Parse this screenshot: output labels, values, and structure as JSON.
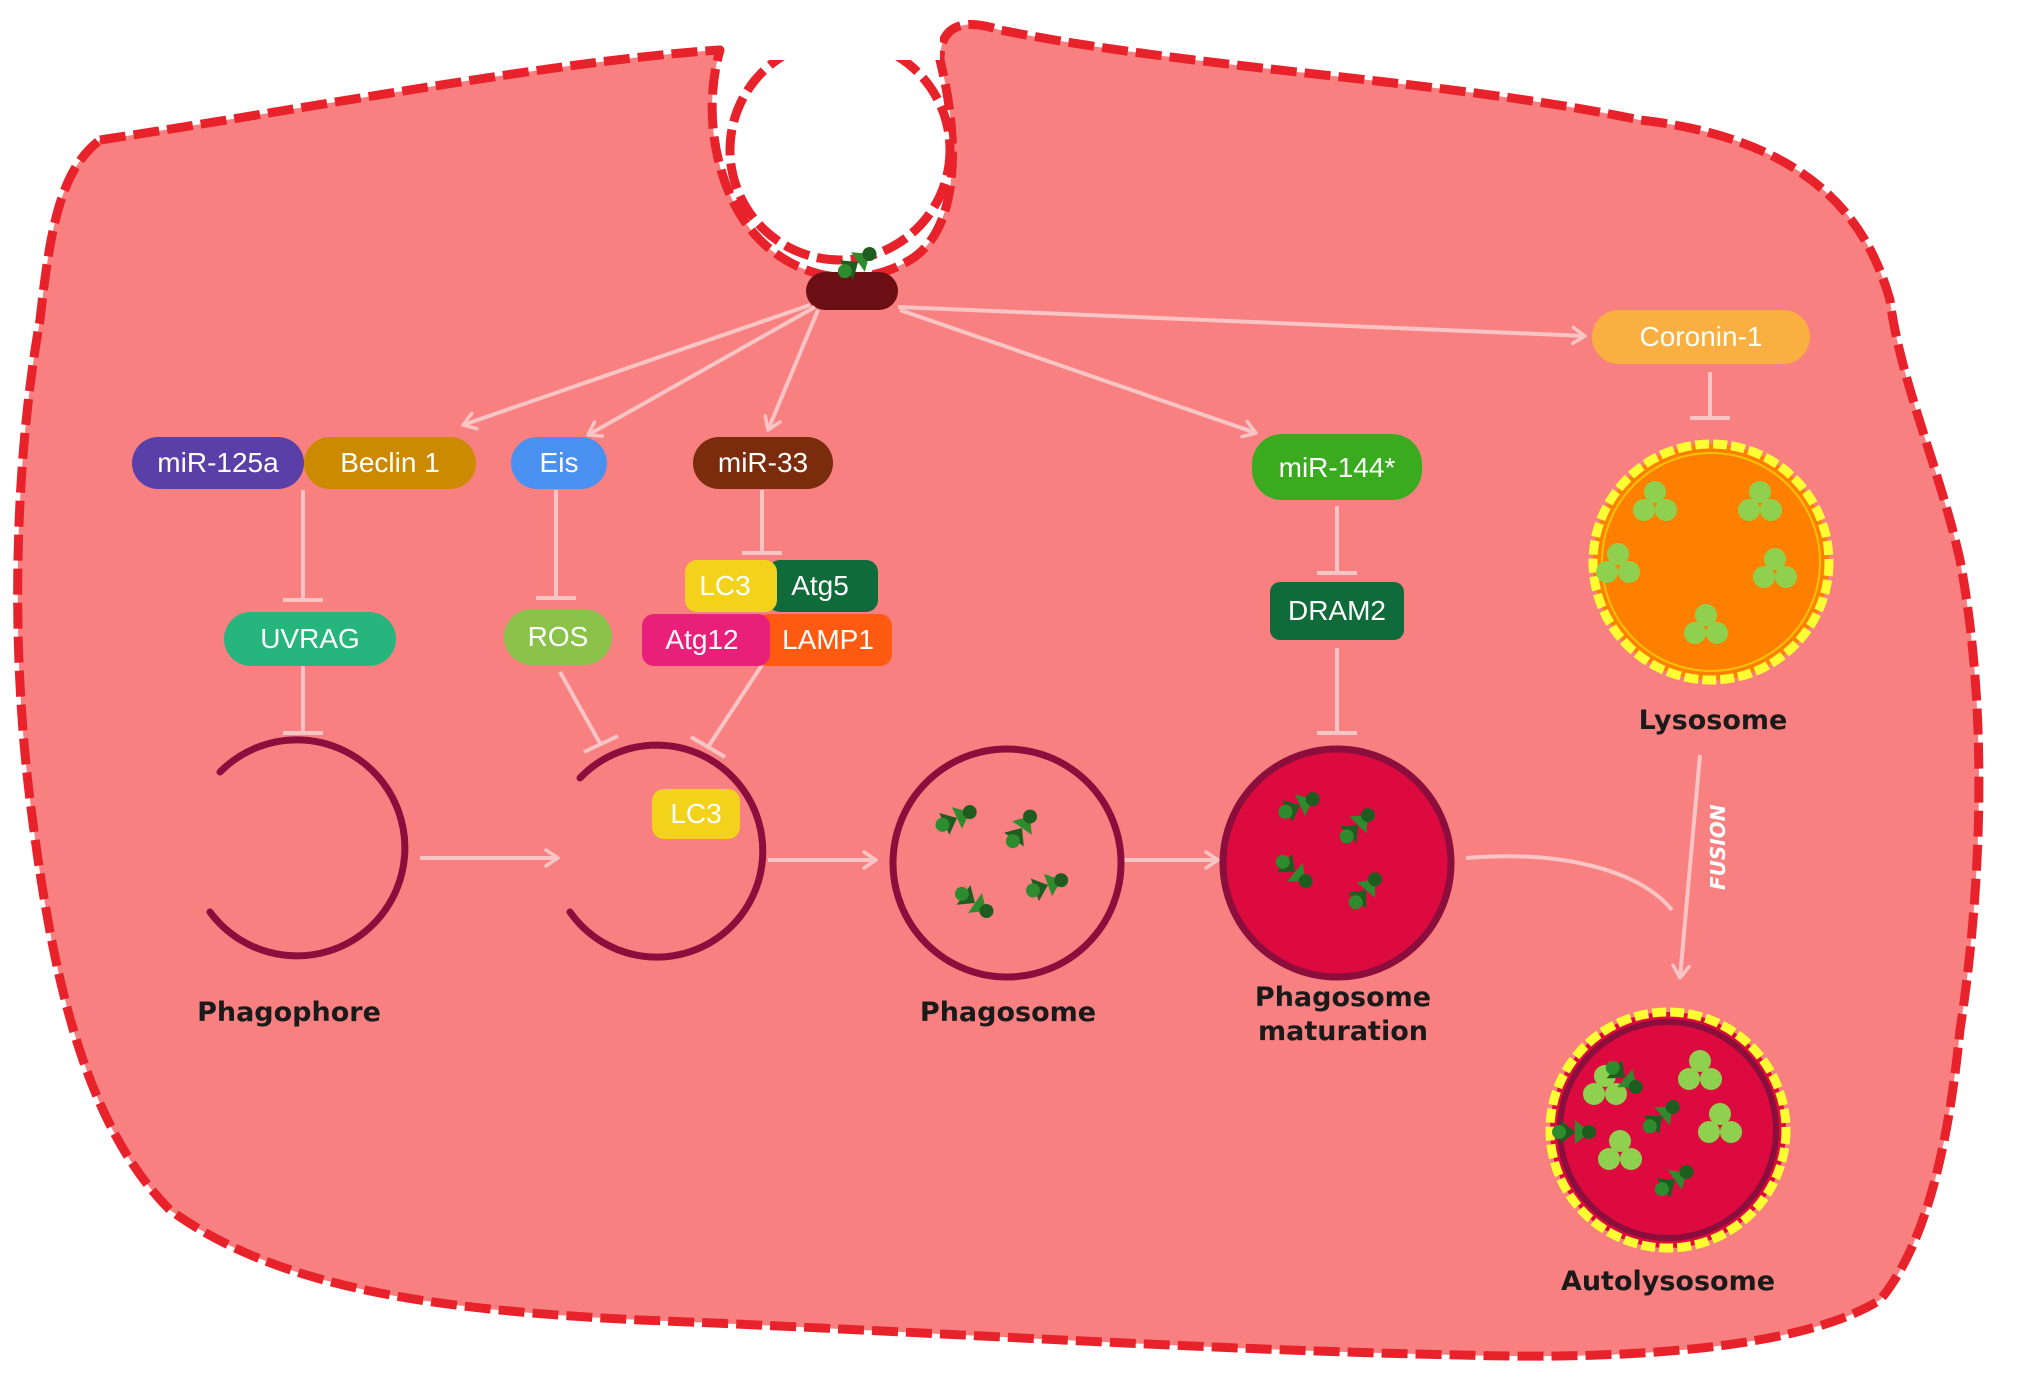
{
  "nodes": {
    "mir125a": "miR-125a",
    "beclin1": "Beclin 1",
    "eis": "Eis",
    "mir33": "miR-33",
    "mir144": "miR-144*",
    "coronin1": "Coronin-1",
    "uvrag": "UVRAG",
    "ros": "ROS",
    "lc3": "LC3",
    "atg5": "Atg5",
    "atg12": "Atg12",
    "lamp1": "LAMP1",
    "dram2": "DRAM2",
    "lc3_membrane": "LC3"
  },
  "captions": {
    "phagophore": "Phagophore",
    "phagosome": "Phagosome",
    "phagosome_maturation_line1": "Phagosome",
    "phagosome_maturation_line2": "maturation",
    "lysosome": "Lysosome",
    "autolysosome": "Autolysosome",
    "fusion": "FUSION"
  },
  "colors": {
    "cell_fill": "#f98080",
    "cell_border": "#e8222b",
    "arrow": "#f9c4c4",
    "membrane": "#8b0e3c",
    "mature_fill": "#dc0a3f",
    "lysosome_fill": "#ff8000",
    "lysosome_border": "#ffff33",
    "bacteria_green": "#2e8b2e",
    "bacteria_dark": "#1f5c1f",
    "cargo_light": "#8fd14f",
    "mir125a": "#5b3fa8",
    "beclin1": "#cc8a00",
    "eis": "#4a90f0",
    "mir33": "#7a2c0c",
    "mir144": "#3aaa1e",
    "coronin1": "#f9b040",
    "uvrag": "#27b57e",
    "ros": "#8bc34a",
    "lc3": "#f2d21a",
    "atg5": "#0f6b3a",
    "atg12": "#e8207a",
    "lamp1": "#ff5a12",
    "dram2": "#0f6b3a",
    "bacterium_host": "#6b0f14"
  }
}
